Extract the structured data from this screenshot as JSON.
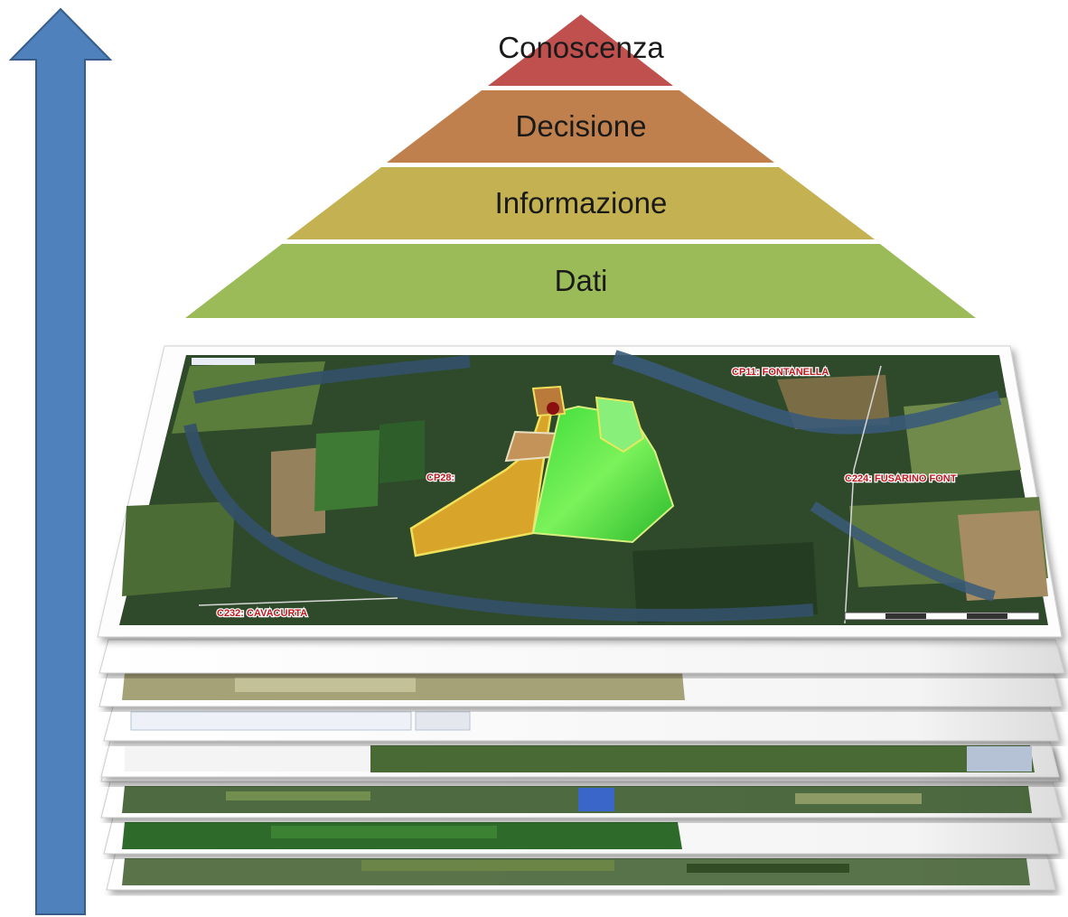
{
  "arrow": {
    "color": "#4f81bd",
    "stroke": "#385d8a"
  },
  "pyramid": {
    "levels": [
      {
        "label": "Conoscenza",
        "color": "#c0504d"
      },
      {
        "label": "Decisione",
        "color": "#c0804d"
      },
      {
        "label": "Informazione",
        "color": "#c3b152"
      },
      {
        "label": "Dati",
        "color": "#9bbb59"
      }
    ]
  },
  "map": {
    "labels": [
      {
        "text": "CP11: FONTANELLA"
      },
      {
        "text": "CP28:"
      },
      {
        "text": "C224: FUSARINO FONT"
      },
      {
        "text": "C232: CAVACURTA"
      }
    ]
  }
}
